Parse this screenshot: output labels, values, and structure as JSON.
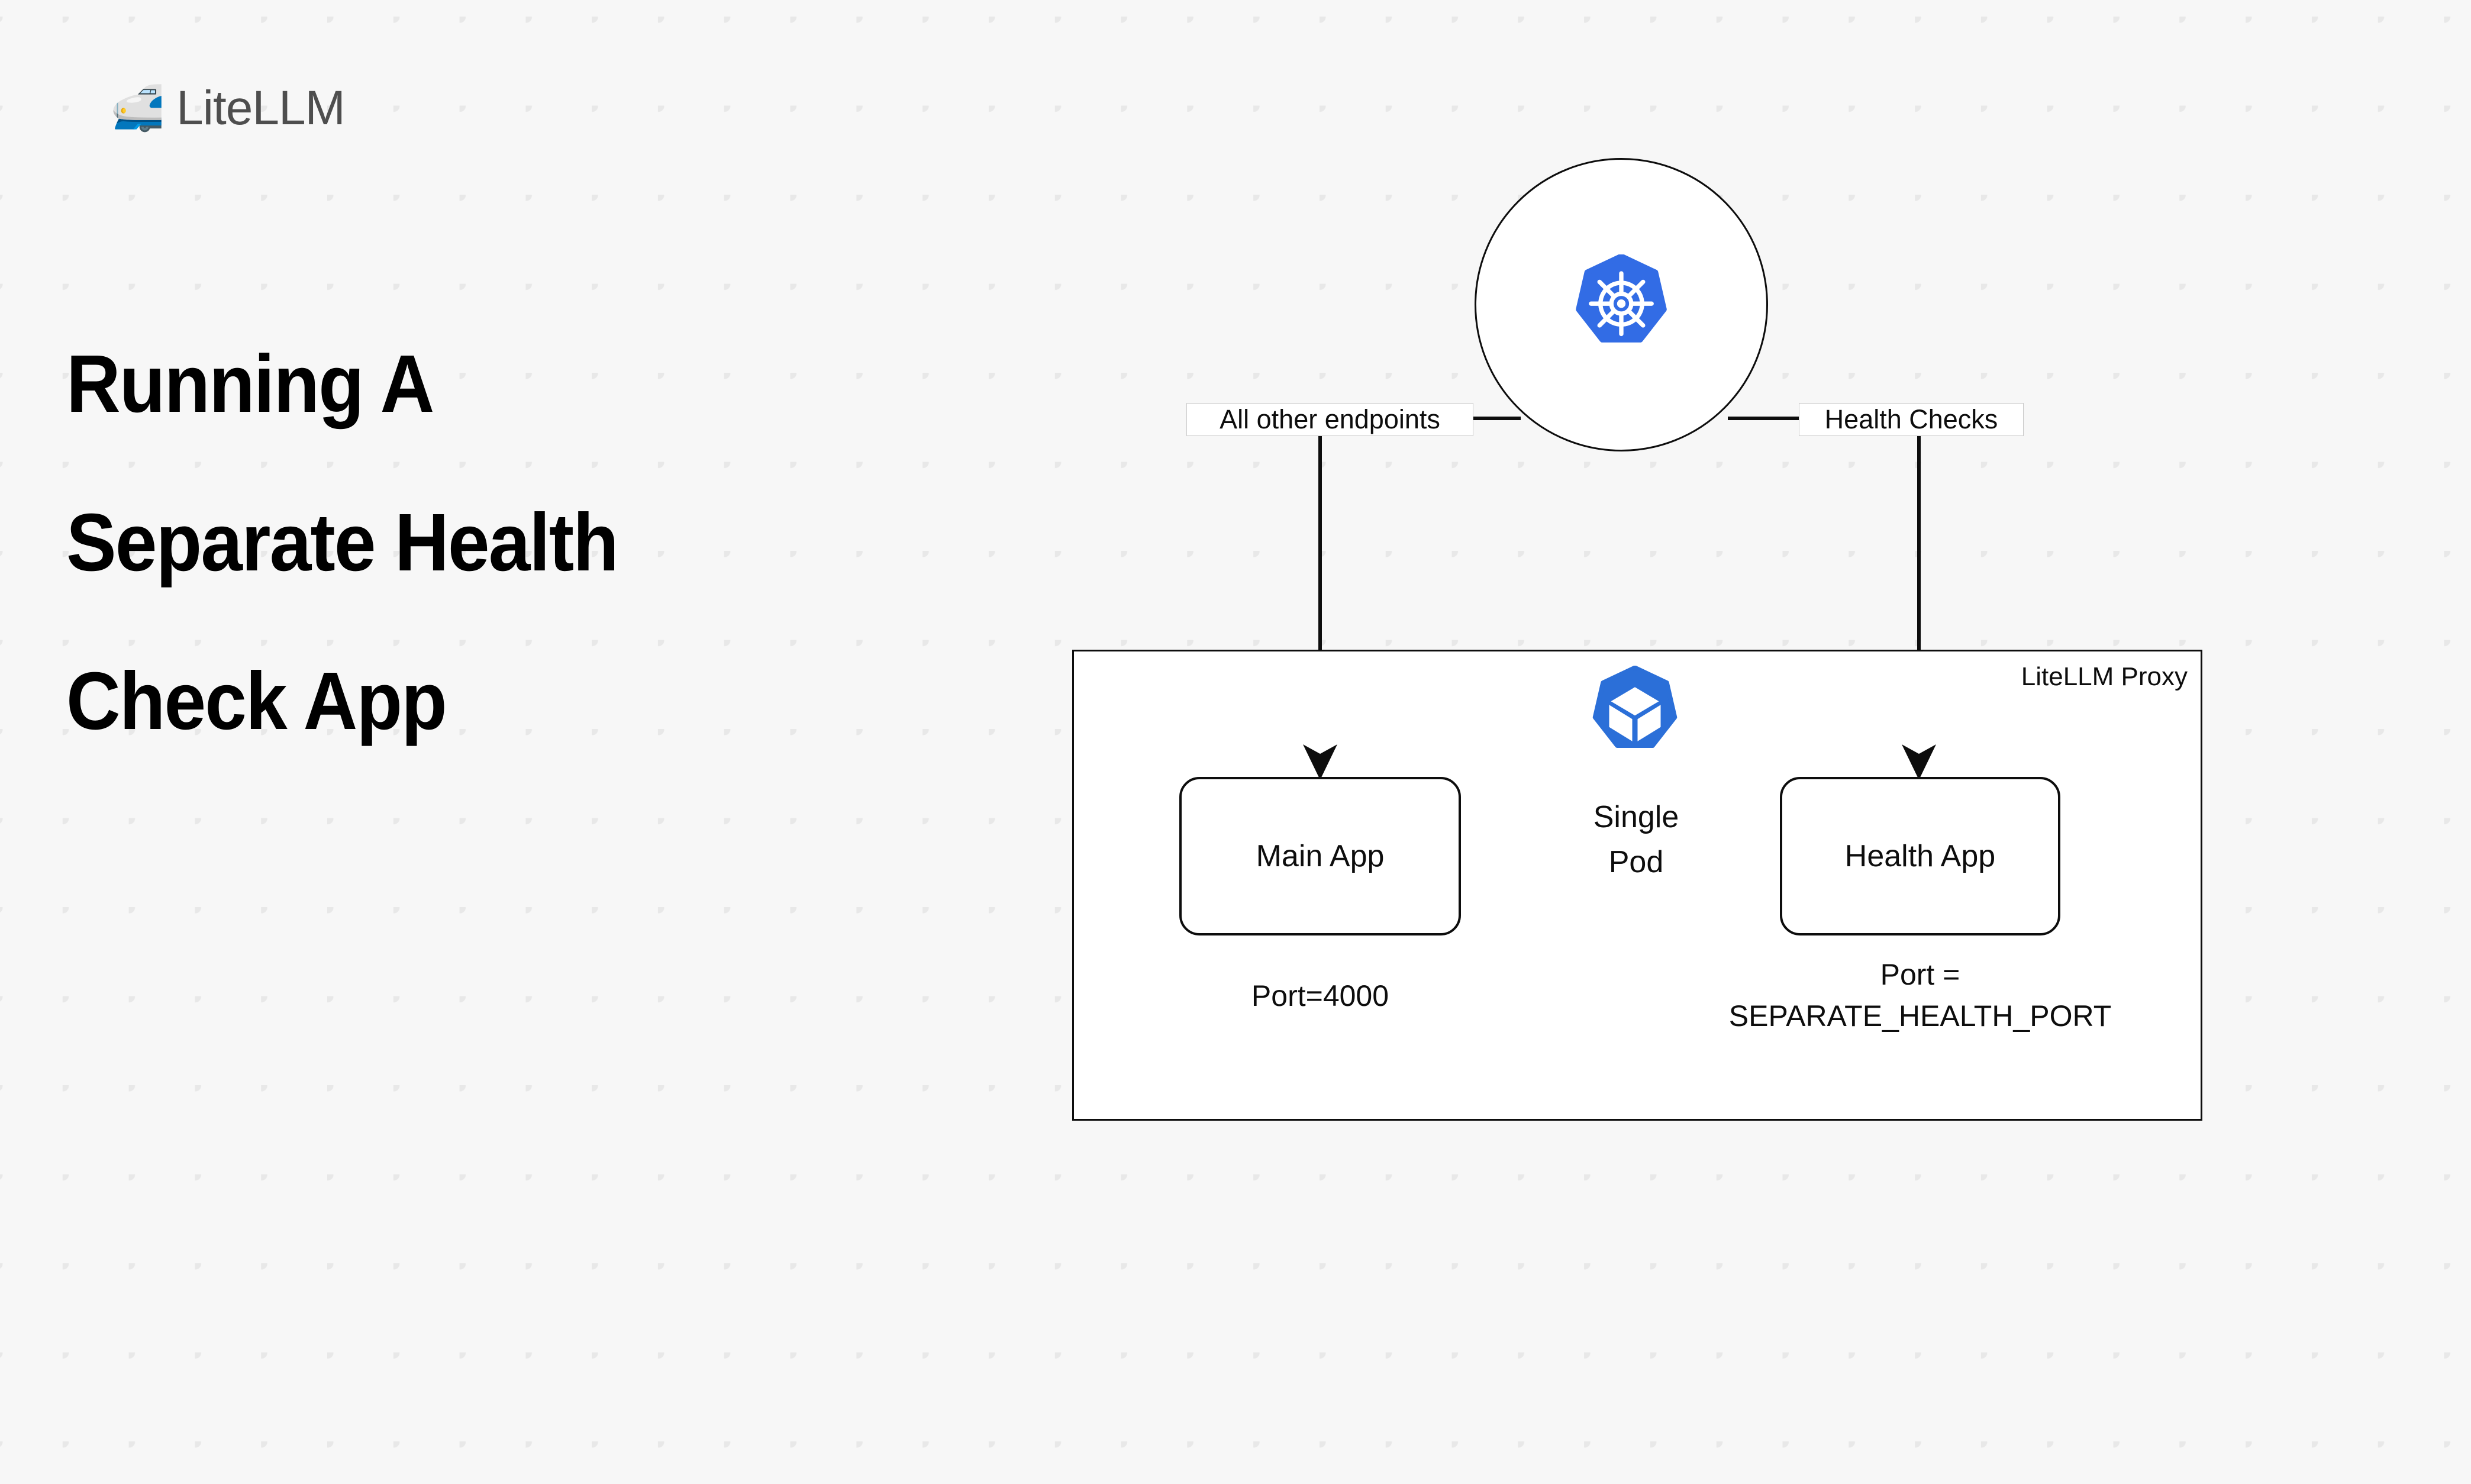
{
  "brand": {
    "emoji": "🚅",
    "icon_name": "bullet-train-emoji",
    "name": "LiteLLM"
  },
  "headline": {
    "line1": "Running A",
    "line2": "Separate Health",
    "line3": "Check App"
  },
  "diagram": {
    "cluster_icon": "kubernetes-logo-icon",
    "edges": [
      {
        "label": "All other endpoints",
        "target": "Main App"
      },
      {
        "label": "Health Checks",
        "target": "Health App"
      }
    ],
    "container": {
      "label": "LiteLLM Proxy"
    },
    "pod": {
      "icon": "kubernetes-pod-icon",
      "caption": "Single\nPod"
    },
    "nodes": [
      {
        "name": "Main App",
        "port_caption": "Port=4000"
      },
      {
        "name": "Health App",
        "port_caption": "Port =\nSEPARATE_HEALTH_PORT"
      }
    ]
  },
  "colors": {
    "background": "#f7f7f7",
    "dot_grid": "#e8e8e8",
    "kubernetes_blue": "#326ce5",
    "stroke": "#0d0d0d",
    "brand_text": "#4e4e4e"
  }
}
